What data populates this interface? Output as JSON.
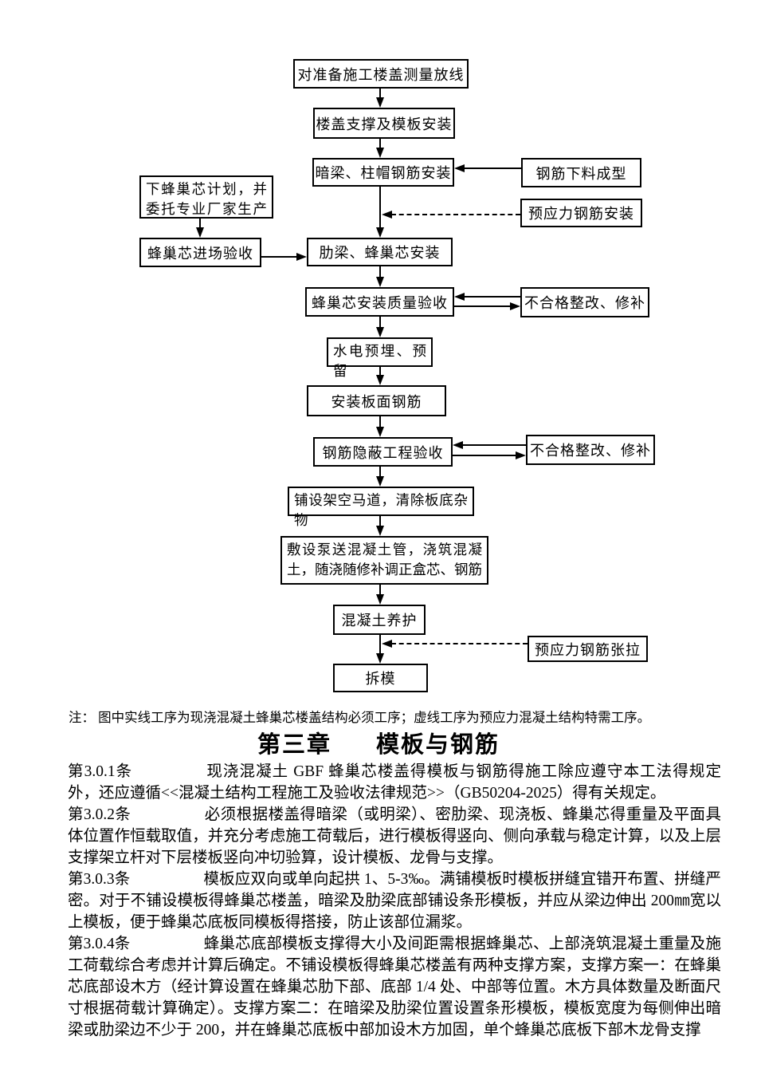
{
  "flowchart": {
    "boxes": [
      {
        "name": "survey",
        "text": "对准备施工楼盖测量放线"
      },
      {
        "name": "floor-support",
        "text": "楼盖支撑及模板安装"
      },
      {
        "name": "beam-cap-rebar",
        "text": "暗梁、柱帽钢筋安装"
      },
      {
        "name": "rebar-cutting",
        "text": "钢筋下料成型"
      },
      {
        "name": "prestress-rebar-install",
        "text": "预应力钢筋安装"
      },
      {
        "name": "core-order-plan",
        "text": "下蜂巢芯计划，并\n委托专业厂家生产"
      },
      {
        "name": "core-site-acceptance",
        "text": "蜂巢芯进场验收"
      },
      {
        "name": "rib-core-install",
        "text": "肋梁、蜂巢芯安装"
      },
      {
        "name": "core-quality-acceptance",
        "text": "蜂巢芯安装质量验收"
      },
      {
        "name": "rework-repair-1",
        "text": "不合格整改、修补"
      },
      {
        "name": "mep-embed",
        "text": "水电预埋、预\n留"
      },
      {
        "name": "slab-rebar-install",
        "text": "安装板面钢筋"
      },
      {
        "name": "rebar-hidden-acceptance",
        "text": "钢筋隐蔽工程验收"
      },
      {
        "name": "rework-repair-2",
        "text": "不合格整改、修补"
      },
      {
        "name": "walkway-clean",
        "text": "铺设架空马道，清除板底杂\n物"
      },
      {
        "name": "pump-pour",
        "text": "敷设泵送混凝土管，浇筑混凝\n土，随浇随修补调正盒芯、钢筋"
      },
      {
        "name": "concrete-curing",
        "text": "混凝土养护"
      },
      {
        "name": "prestress-tension",
        "text": "预应力钢筋张拉"
      },
      {
        "name": "demold",
        "text": "拆模"
      }
    ]
  },
  "note": "注： 图中实线工序为现浇混凝土蜂巢芯楼盖结构必须工序；虚线工序为预应力混凝土结构特需工序。",
  "chapter": {
    "number": "第三章",
    "title": "模板与钢筋"
  },
  "clauses": [
    {
      "label": "第3.0.1条",
      "text": "现浇混凝土 GBF 蜂巢芯楼盖得模板与钢筋得施工除应遵守本工法得规定外，还应遵循<<混凝土结构工程施工及验收法律规范>>（GB50204-2025）得有关规定。"
    },
    {
      "label": "第3.0.2条",
      "text": "必须根据楼盖得暗梁（或明梁）、密肋梁、现浇板、蜂巢芯得重量及平面具体位置作恒载取值，并充分考虑施工荷载后，进行模板得竖向、侧向承载与稳定计算，以及上层支撑架立杆对下层楼板竖向冲切验算，设计模板、龙骨与支撑。"
    },
    {
      "label": "第3.0.3条",
      "text": "模板应双向或单向起拱 1、5-3‰。满铺模板时模板拼缝宜错开布置、拼缝严密。对于不铺设模板得蜂巢芯楼盖，暗梁及肋梁底部铺设条形模板，并应从梁边伸出 200㎜宽以上模板，便于蜂巢芯底板同模板得搭接，防止该部位漏浆。"
    },
    {
      "label": "第3.0.4条",
      "text": "蜂巢芯底部模板支撑得大小及间距需根据蜂巢芯、上部浇筑混凝土重量及施工荷载综合考虑并计算后确定。不铺设模板得蜂巢芯楼盖有两种支撑方案，支撑方案一：在蜂巢芯底部设木方（经计算设置在蜂巢芯肋下部、底部 1/4 处、中部等位置。木方具体数量及断面尺寸根据荷载计算确定）。支撑方案二：在暗梁及肋梁位置设置条形模板，模板宽度为每侧伸出暗梁或肋梁边不少于 200，并在蜂巢芯底板中部加设木方加固，单个蜂巢芯底板下部木龙骨支撑"
    }
  ]
}
